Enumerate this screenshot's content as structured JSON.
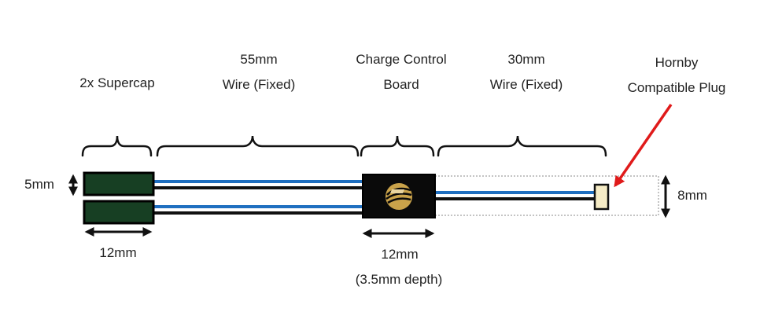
{
  "labels": {
    "supercap": [
      "2x Supercap"
    ],
    "wire55": [
      "55mm",
      "Wire (Fixed)"
    ],
    "board": [
      "Charge Control",
      "Board"
    ],
    "wire30": [
      "30mm",
      "Wire (Fixed)"
    ],
    "plug": [
      "Hornby",
      "Compatible Plug"
    ]
  },
  "dimensions": {
    "cap_height": "5mm",
    "cap_width": "12mm",
    "board_width": "12mm",
    "board_depth": "(3.5mm depth)",
    "plug_height": "8mm"
  },
  "colors": {
    "capacitor": "#173f23",
    "board": "#0a0a0a",
    "board_logo_gold": "#c9a24a",
    "wire_blue": "#1f6fc0",
    "wire_black": "#111111",
    "plug_fill": "#f6ecc6",
    "arrow_red": "#e01a1a"
  },
  "icons": [
    "double-headed-arrow-icon",
    "board-logo-icon",
    "red-pointer-arrow-icon"
  ]
}
